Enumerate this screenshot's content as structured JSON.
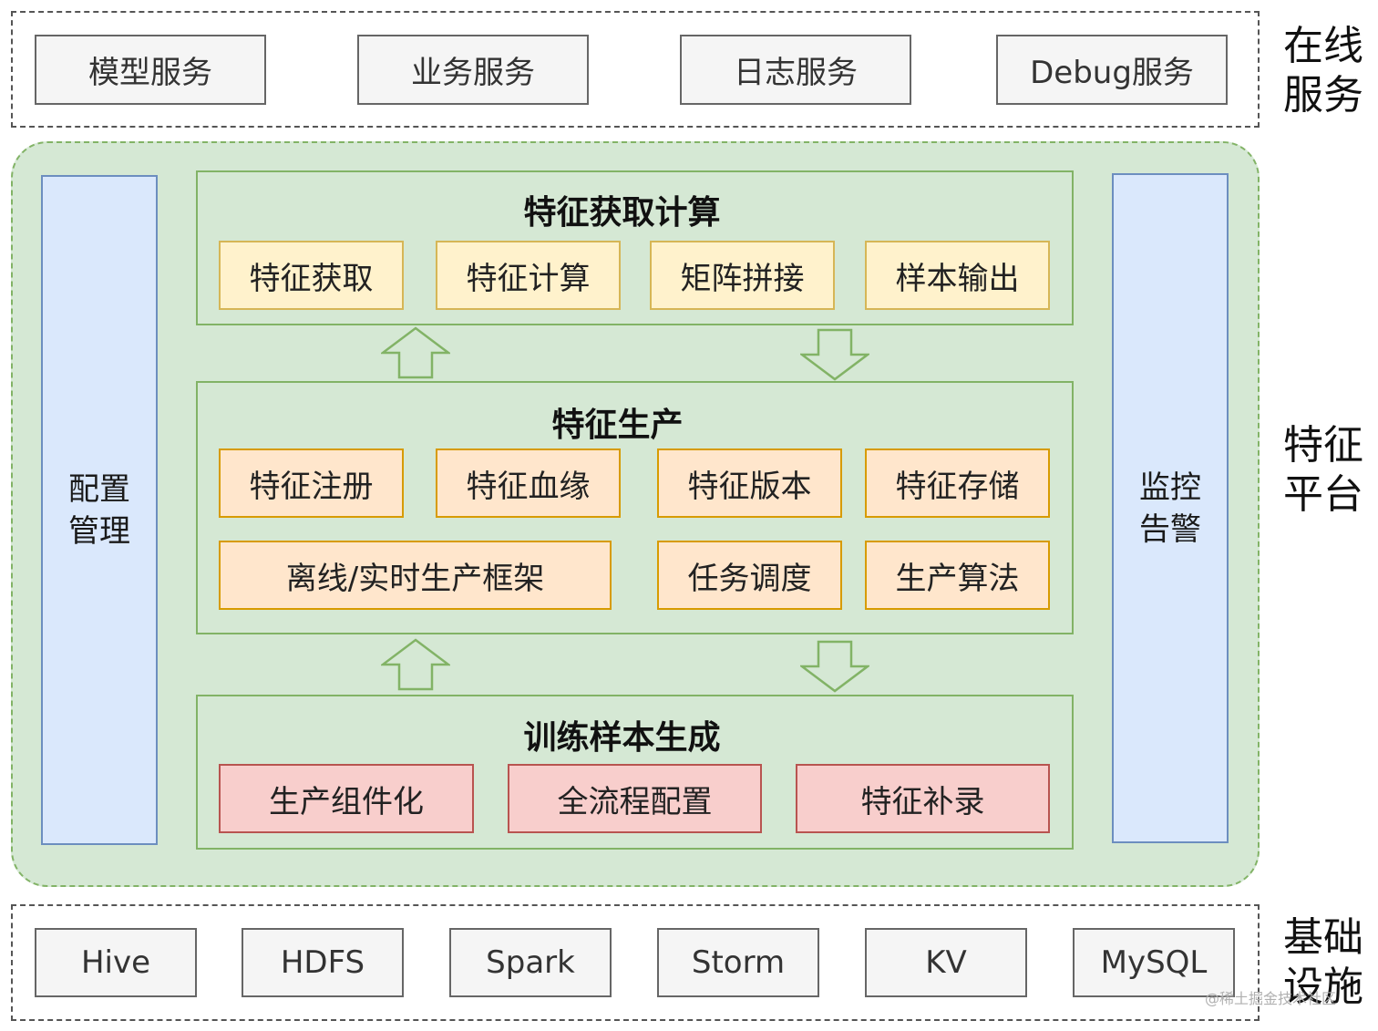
{
  "online_services": {
    "label": "在线\n服务",
    "items": [
      "模型服务",
      "业务服务",
      "日志服务",
      "Debug服务"
    ]
  },
  "feature_platform": {
    "label": "特征\n平台",
    "left_column": "配置\n管理",
    "right_column": "监控\n告警",
    "modules": [
      {
        "title": "特征获取计算",
        "items": [
          "特征获取",
          "特征计算",
          "矩阵拼接",
          "样本输出"
        ]
      },
      {
        "title": "特征生产",
        "items": [
          "特征注册",
          "特征血缘",
          "特征版本",
          "特征存储",
          "离线/实时生产框架",
          "任务调度",
          "生产算法"
        ]
      },
      {
        "title": "训练样本生成",
        "items": [
          "生产组件化",
          "全流程配置",
          "特征补录"
        ]
      }
    ]
  },
  "infrastructure": {
    "label": "基础\n设施",
    "items": [
      "Hive",
      "HDFS",
      "Spark",
      "Storm",
      "KV",
      "MySQL"
    ]
  },
  "watermark": "@稀土掘金技术社区",
  "colors": {
    "platform_fill": "#d5e8d4",
    "platform_border": "#82b366",
    "side_column_fill": "#dae8fc",
    "item_yellow": "#fff2cc",
    "item_orange": "#ffe6cc",
    "item_red": "#f8cecc"
  }
}
